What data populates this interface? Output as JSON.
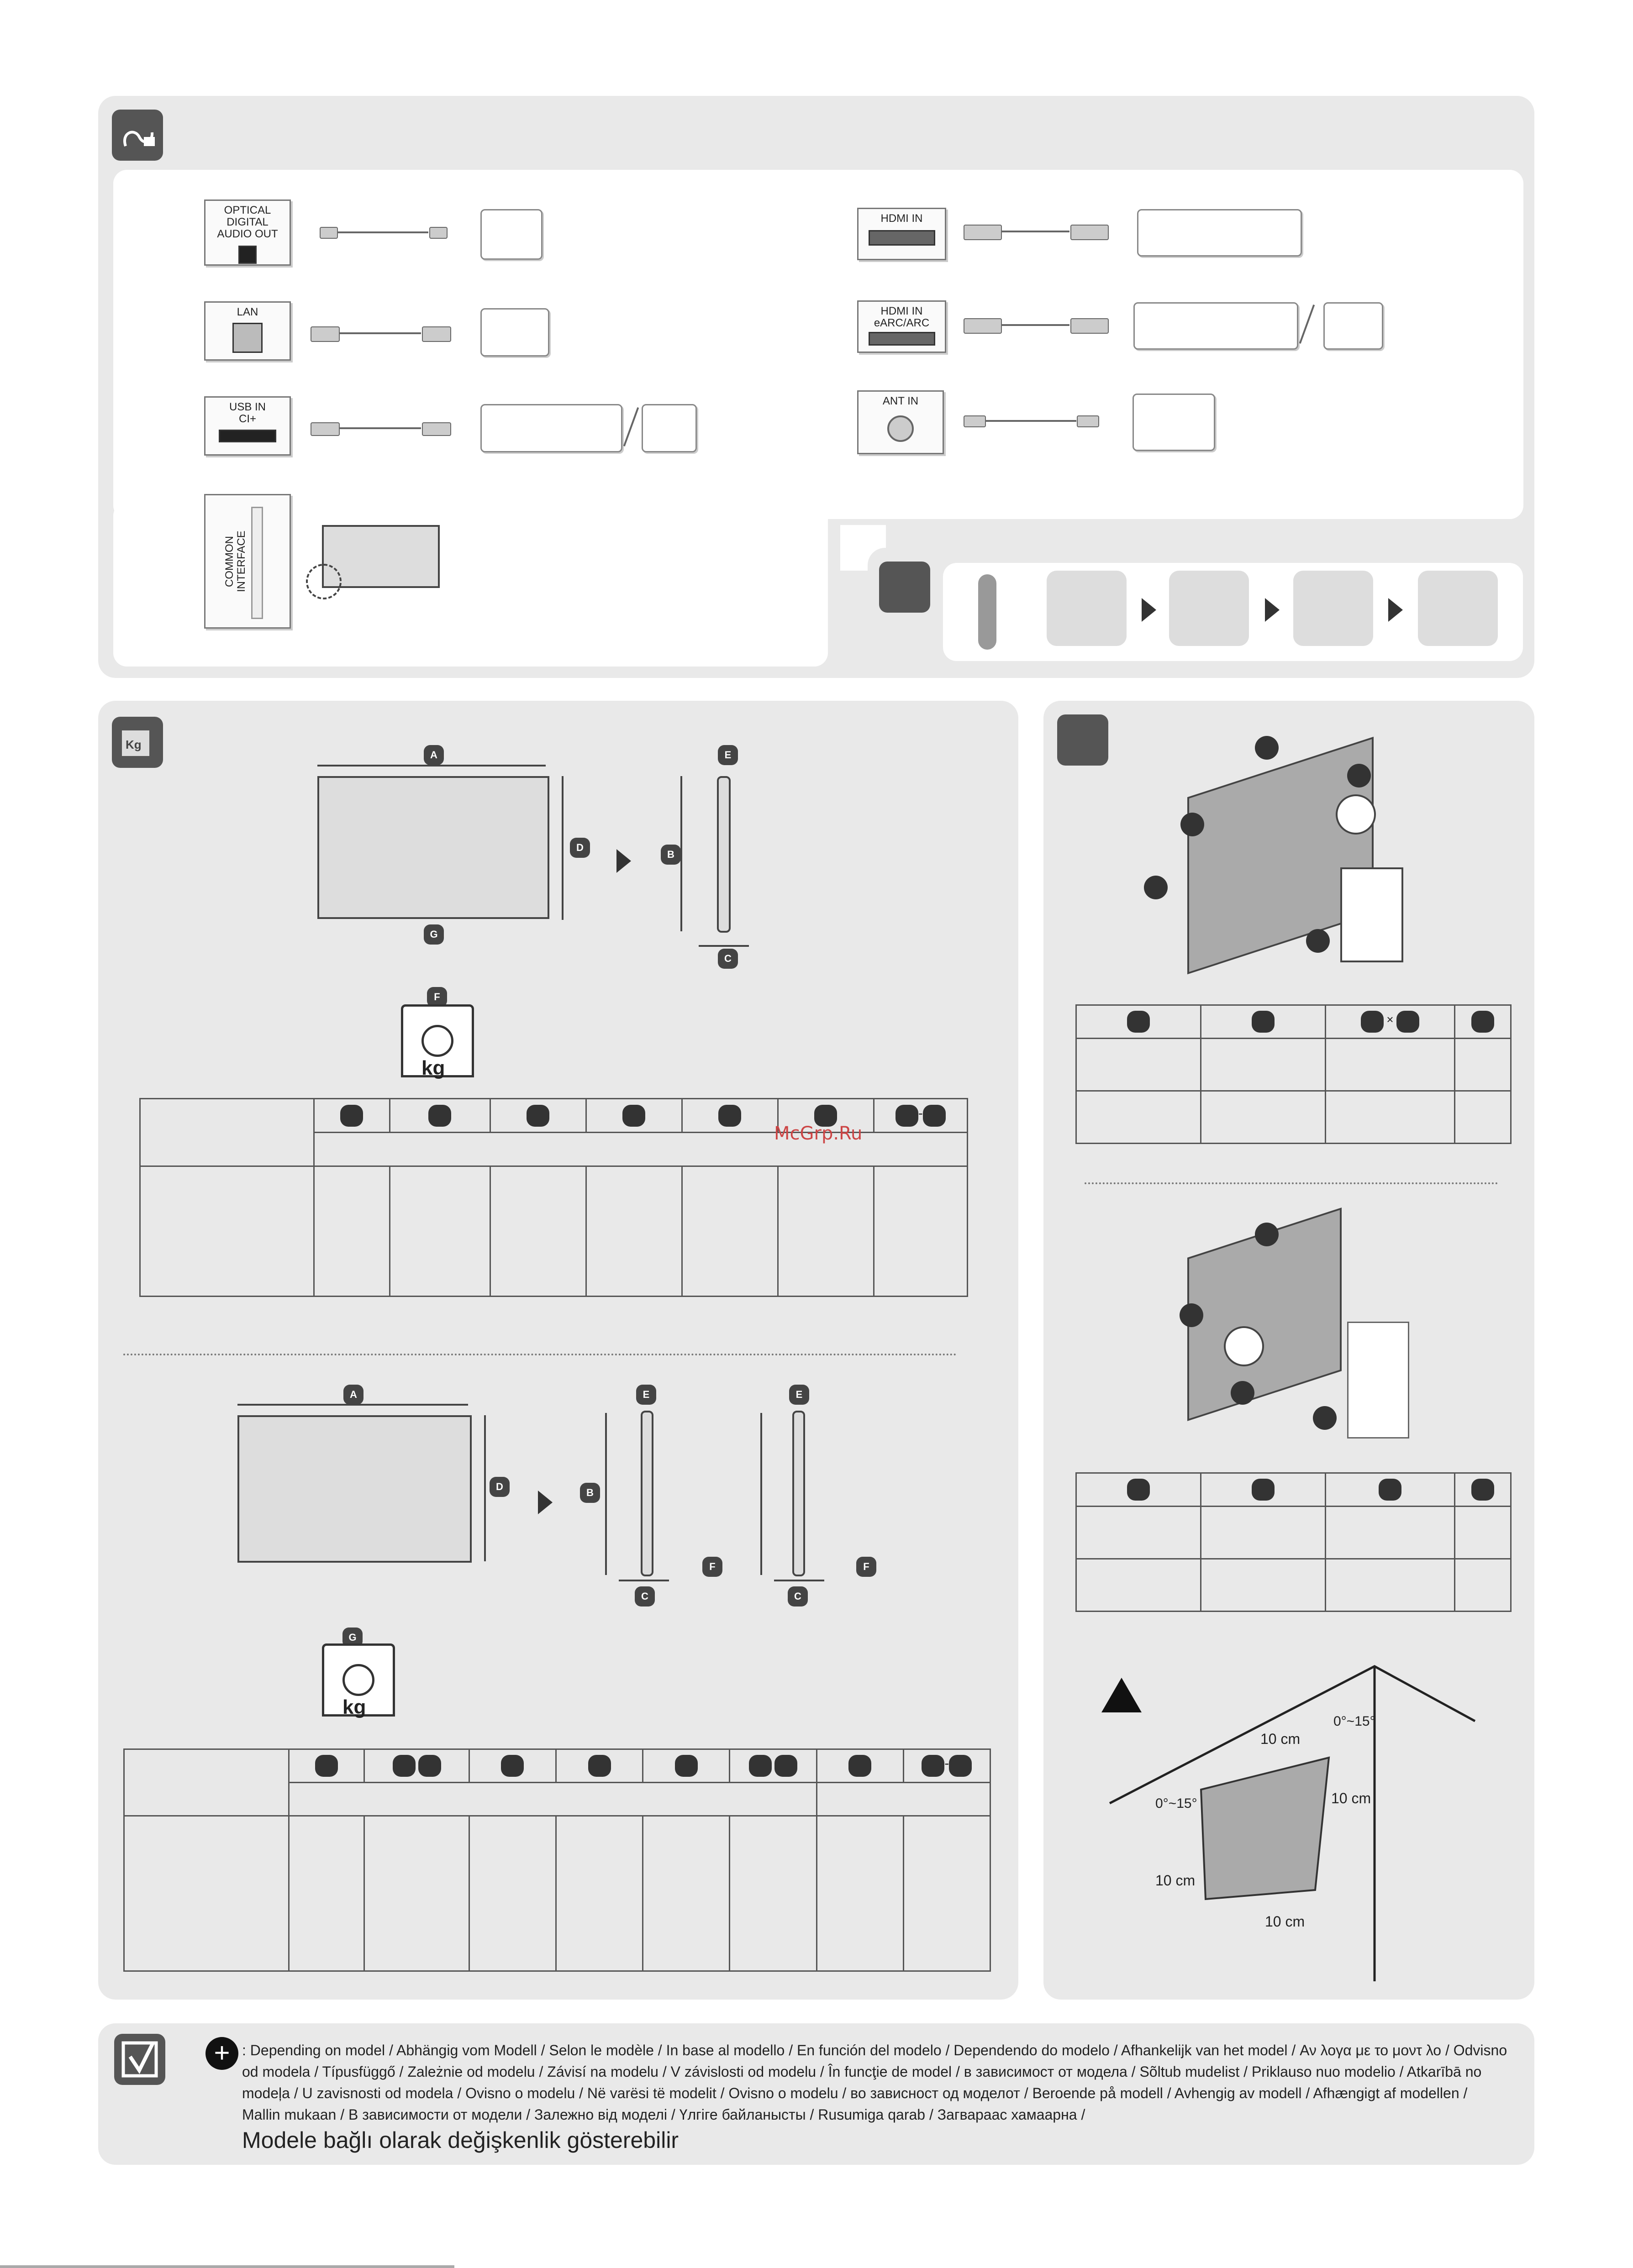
{
  "connections": {
    "optical": {
      "port_label": "OPTICAL DIGITAL\nAUDIO OUT",
      "device": "audio-system-icon"
    },
    "lan": {
      "port_label": "LAN",
      "device": "router-icon"
    },
    "usb": {
      "port_label": "USB IN\nCI+",
      "devices": [
        "usb-hdd-icon",
        "usb-drive-icon"
      ]
    },
    "common_interface": {
      "port_label": "COMMON INTERFACE",
      "device": "ci-card-icon"
    },
    "hdmi": {
      "port_label": "HDMI IN",
      "devices": [
        "set-top-box-icon",
        "dvd-player-icon",
        "laptop-icon"
      ]
    },
    "hdmi_earc": {
      "port_label": "HDMI IN\neARC/ARC",
      "devices": [
        "set-top-box-icon",
        "dvd-player-icon",
        "laptop-icon",
        "audio-system-icon"
      ]
    },
    "antenna": {
      "port_label": "ANT IN",
      "device": "antenna-icon"
    }
  },
  "dimensions_top": {
    "letters": [
      "A",
      "B",
      "C",
      "D",
      "E",
      "F",
      "G"
    ]
  },
  "dimensions_bottom": {
    "letters": [
      "A",
      "B",
      "C",
      "D",
      "E",
      "F",
      "G"
    ]
  },
  "watermark": "McGrp.Ru",
  "table_separator": "-",
  "vesa_times": "×",
  "note": {
    "line1": ": Depending on model / Abhängig vom Modell / Selon le modèle / In base al modello / En función del modelo / Dependendo do modelo / Afhankelijk van het model / Αν λογα με το μοντ λο / Odvisno",
    "line2": "od modela / Típusfüggő / Zależnie od modelu / Závisí na modelu / V závislosti od modelu / În funcţie de model / в зависимост от модела / Sõltub mudelist / Priklauso nuo modelio / Atkarībā no",
    "line3": "modeļa / U zavisnosti od modela / Ovisno o modelu / Në varësi të modelit / Ovisno o modelu / во зависност од моделот / Beroende på modell / Avhengig av modell / Afhængigt af modellen /",
    "line4": "Mallin mukaan  / В зависимости от модели / Залежно від моделі / Үлгіге байланысты / Rusumiga qarab / Загвараас хамаарна /",
    "line5": "Modele bağlı olarak değişkenlik gösterebilir"
  },
  "wall_clearance": {
    "distance": "10 cm",
    "angle": "0°~15°"
  }
}
